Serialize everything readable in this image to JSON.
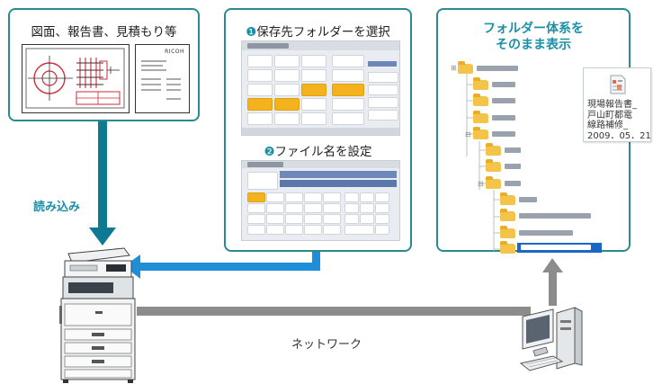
{
  "source_box": {
    "title": "図面、報告書、見積もり等",
    "doc_brand": "RICOH"
  },
  "scan_label": "読み込み",
  "steps": [
    {
      "marker": "❶",
      "label": "保存先フォルダーを選択"
    },
    {
      "marker": "❷",
      "label": "ファイル名を設定"
    }
  ],
  "folder_box": {
    "title_line1": "フォルダー体系を",
    "title_line2": "そのまま表示"
  },
  "file_card": {
    "line1": "現場報告書_",
    "line2": "戸山町都電",
    "line3": "線路補修_",
    "line4": "2009．05．21"
  },
  "network_label": "ネットワーク",
  "colors": {
    "accent": "#1b8fa6",
    "panel_border": "#2a8a8f",
    "arrow_teal": "#0e7a91",
    "arrow_blue": "#1e8fd6",
    "network_gray": "#8c8c8c"
  },
  "icons": [
    "mfp-printer-icon",
    "desktop-pc-icon",
    "folder-icon",
    "document-icon"
  ]
}
